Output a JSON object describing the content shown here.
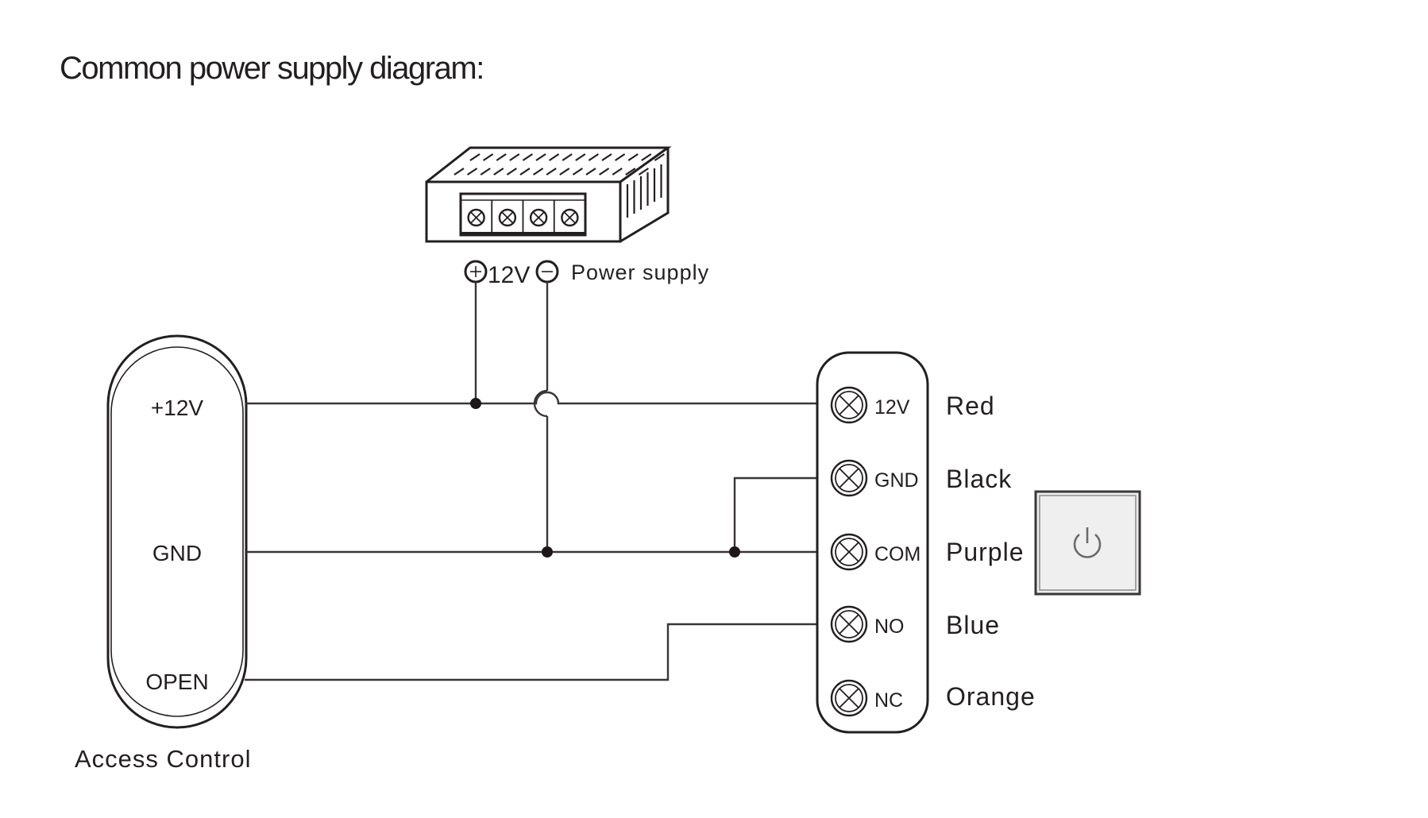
{
  "title": "Common power supply diagram:",
  "power_supply": {
    "label": "Power supply",
    "voltage_label": "12V",
    "positive_symbol": "+",
    "negative_symbol": "−",
    "terminal_count": 4
  },
  "access_control": {
    "label": "Access Control",
    "pins": [
      "+12V",
      "GND",
      "OPEN"
    ]
  },
  "exit_button_module": {
    "terminals": [
      {
        "pin": "12V",
        "wire_color": "Red"
      },
      {
        "pin": "GND",
        "wire_color": "Black"
      },
      {
        "pin": "COM",
        "wire_color": "Purple"
      },
      {
        "pin": "NO",
        "wire_color": "Blue"
      },
      {
        "pin": "NC",
        "wire_color": "Orange"
      }
    ],
    "button_icon": "power-icon"
  },
  "connections": [
    {
      "from": "Power supply +12V",
      "to": "Access Control +12V"
    },
    {
      "from": "Access Control +12V",
      "to": "Module 12V (Red)"
    },
    {
      "from": "Power supply -",
      "to": "Access Control GND"
    },
    {
      "from": "Access Control GND",
      "to": "Module COM (Purple)"
    },
    {
      "from": "Module GND (Black)",
      "to": "Module COM (Purple)"
    },
    {
      "from": "Access Control OPEN",
      "to": "Module NO (Blue)"
    }
  ]
}
